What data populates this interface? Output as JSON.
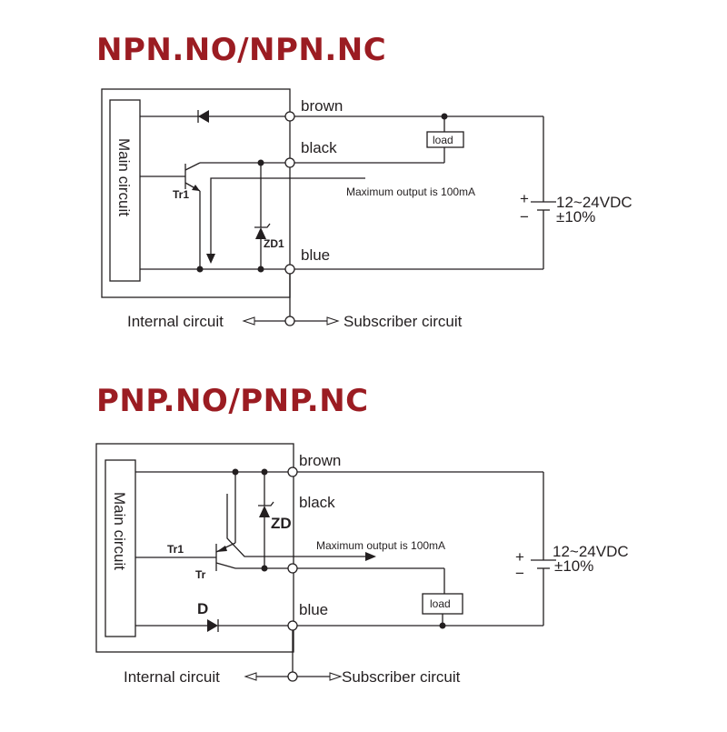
{
  "npn": {
    "title": "NPN.NO/NPN.NC",
    "main_circuit": "Main circuit",
    "wire_brown": "brown",
    "wire_black": "black",
    "wire_blue": "blue",
    "load": "load",
    "max_output": "Maximum output is 100mA",
    "supply_voltage": "12~24VDC",
    "supply_tolerance": "±10%",
    "plus": "+",
    "minus": "−",
    "transistor": "Tr1",
    "zener": "ZD1",
    "internal_circuit": "Internal circuit",
    "subscriber_circuit": "Subscriber circuit"
  },
  "pnp": {
    "title": "PNP.NO/PNP.NC",
    "main_circuit": "Main circuit",
    "wire_brown": "brown",
    "wire_black": "black",
    "wire_blue": "blue",
    "load": "load",
    "max_output": "Maximum output is 100mA",
    "supply_voltage": "12~24VDC",
    "supply_tolerance": "±10%",
    "plus": "+",
    "minus": "−",
    "transistor_1": "Tr1",
    "transistor_2": "Tr",
    "zener": "ZD",
    "diode": "D",
    "internal_circuit": "Internal circuit",
    "subscriber_circuit": "Subscriber circuit"
  },
  "colors": {
    "title": "#9b1c22",
    "line": "#231f20",
    "background": "#ffffff"
  }
}
